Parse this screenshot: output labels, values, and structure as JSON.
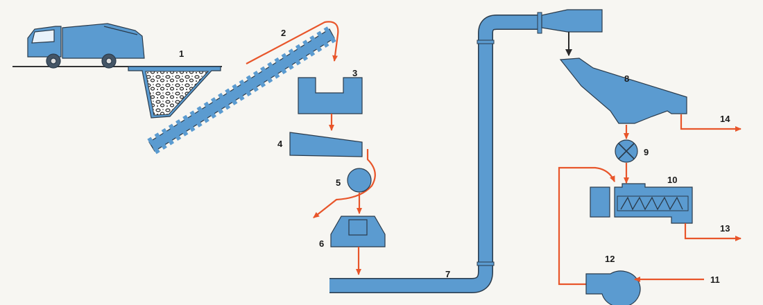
{
  "labels": {
    "n1": "1",
    "n2": "2",
    "n3": "3",
    "n4": "4",
    "n5": "5",
    "n6": "6",
    "n7": "7",
    "n8": "8",
    "n9": "9",
    "n10": "10",
    "n11": "11",
    "n12": "12",
    "n13": "13",
    "n14": "14"
  },
  "colors": {
    "equipment": "#5b9bd0",
    "outline": "#2a3a4a",
    "flow": "#e8552a",
    "background": "#f7f6f2"
  }
}
